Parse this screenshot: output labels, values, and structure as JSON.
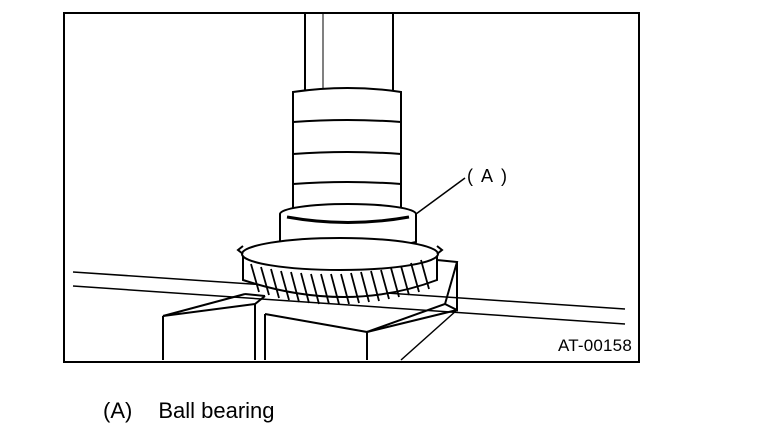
{
  "figure": {
    "id_label": "AT-00158",
    "callout_label": "( A )"
  },
  "legend": {
    "items": [
      {
        "key": "(A)",
        "text": "Ball bearing"
      }
    ]
  }
}
